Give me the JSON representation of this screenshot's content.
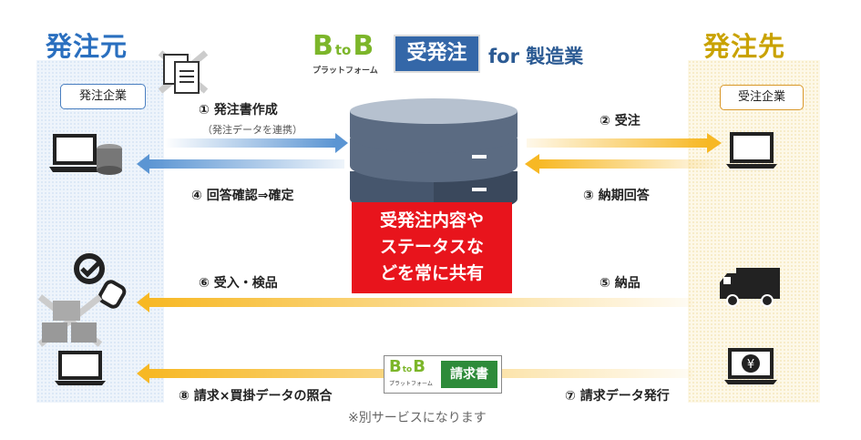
{
  "header": {
    "logo_b1": "B",
    "logo_to": "to",
    "logo_b2": "B",
    "logo_sub": "プラットフォーム",
    "product": "受発注",
    "suffix": "for 製造業"
  },
  "left": {
    "title": "発注元",
    "tag": "発注企業",
    "color": "#2a6fbf"
  },
  "right": {
    "title": "発注先",
    "tag": "受注企業",
    "color": "#c9a200"
  },
  "center": {
    "lines": [
      "受発注内容や",
      "ステータスな",
      "どを常に共有"
    ],
    "color": "#e8141c"
  },
  "steps": {
    "s1": "① 発注書作成",
    "s1_sub": "（発注データを連携）",
    "s2": "② 受注",
    "s3": "③ 納期回答",
    "s4": "④ 回答確認⇒確定",
    "s5": "⑤ 納品",
    "s6": "⑥ 受入・検品",
    "s7": "⑦ 請求データ発行",
    "s8": "⑧ 請求×買掛データの照合"
  },
  "invoice_logo": {
    "b1": "B",
    "to": "to",
    "b2": "B",
    "sub": "プラットフォーム",
    "label": "請求書"
  },
  "note": "※別サービスになります"
}
